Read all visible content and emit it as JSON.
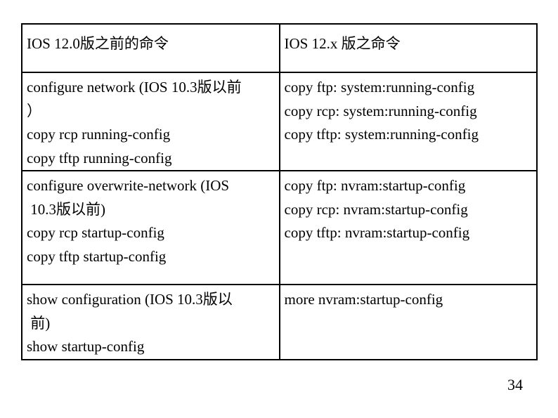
{
  "page": {
    "number": "34",
    "background": "#ffffff"
  },
  "table": {
    "border_color": "#000000",
    "text_color": "#000000",
    "columns": [
      {
        "header": "IOS 12.0版之前的命令"
      },
      {
        "header": "IOS 12.x 版之命令"
      }
    ],
    "rows": [
      {
        "left": "configure network (IOS 10.3版以前\n）\ncopy rcp running-config\ncopy tftp running-config",
        "right": "copy ftp: system:running-config\ncopy rcp: system:running-config\ncopy tftp: system:running-config"
      },
      {
        "left": "configure overwrite-network (IOS\n 10.3版以前)\ncopy rcp startup-config\ncopy tftp startup-config",
        "right": "copy ftp: nvram:startup-config\ncopy rcp: nvram:startup-config\ncopy tftp: nvram:startup-config"
      },
      {
        "left": "show configuration (IOS 10.3版以\n 前)\nshow startup-config",
        "right": "more nvram:startup-config"
      }
    ]
  }
}
